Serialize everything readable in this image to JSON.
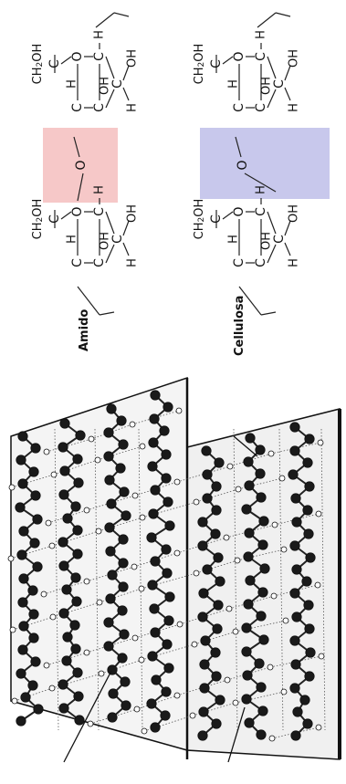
{
  "labels": {
    "starch": "Amido",
    "cellulose": "Cellulosa"
  },
  "formula": {
    "ch2oh": "CH",
    "ch2oh_sub": "2",
    "ch2oh_tail": "OH",
    "c": "C",
    "h": "H",
    "o": "O",
    "oh": "OH"
  },
  "colors": {
    "starch_highlight": "#f6c8c8",
    "cellulose_highlight": "#c8c8ec"
  }
}
